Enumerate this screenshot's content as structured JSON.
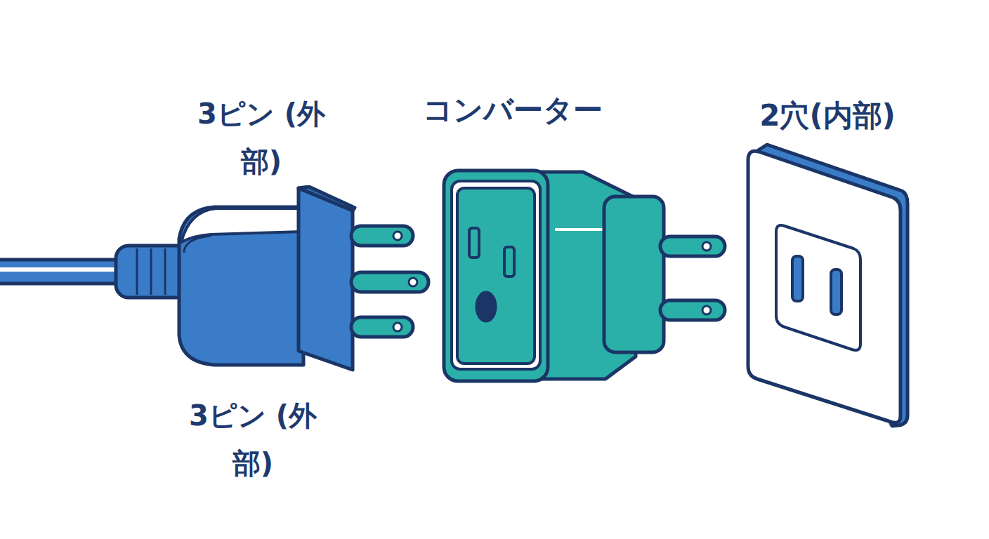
{
  "diagram": {
    "labels": [
      "3ピン (外部)",
      "コンバーター",
      "2穴(内部)",
      "3ピン (外部)"
    ]
  }
}
